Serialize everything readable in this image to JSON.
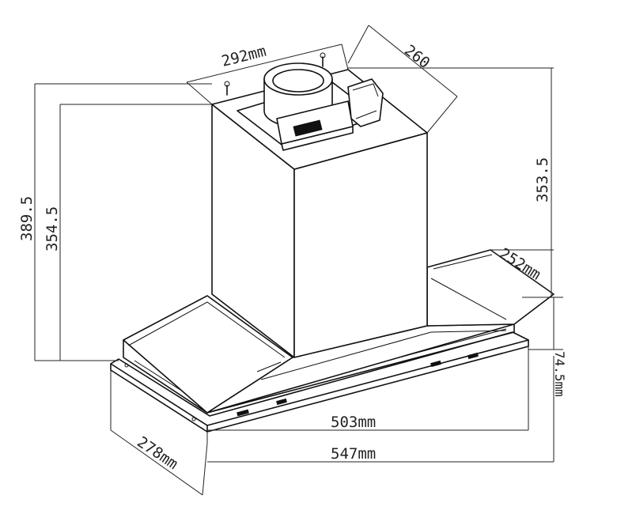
{
  "dimensions": {
    "top_width": "292mm",
    "top_depth": "260",
    "chimney_height_right": "353.5",
    "total_height": "389.5",
    "chimney_height_left": "354.5",
    "hood_depth_right": "252mm",
    "hood_height": "74.5mm",
    "inner_width": "503mm",
    "total_width": "547mm",
    "total_depth": "278mm"
  }
}
